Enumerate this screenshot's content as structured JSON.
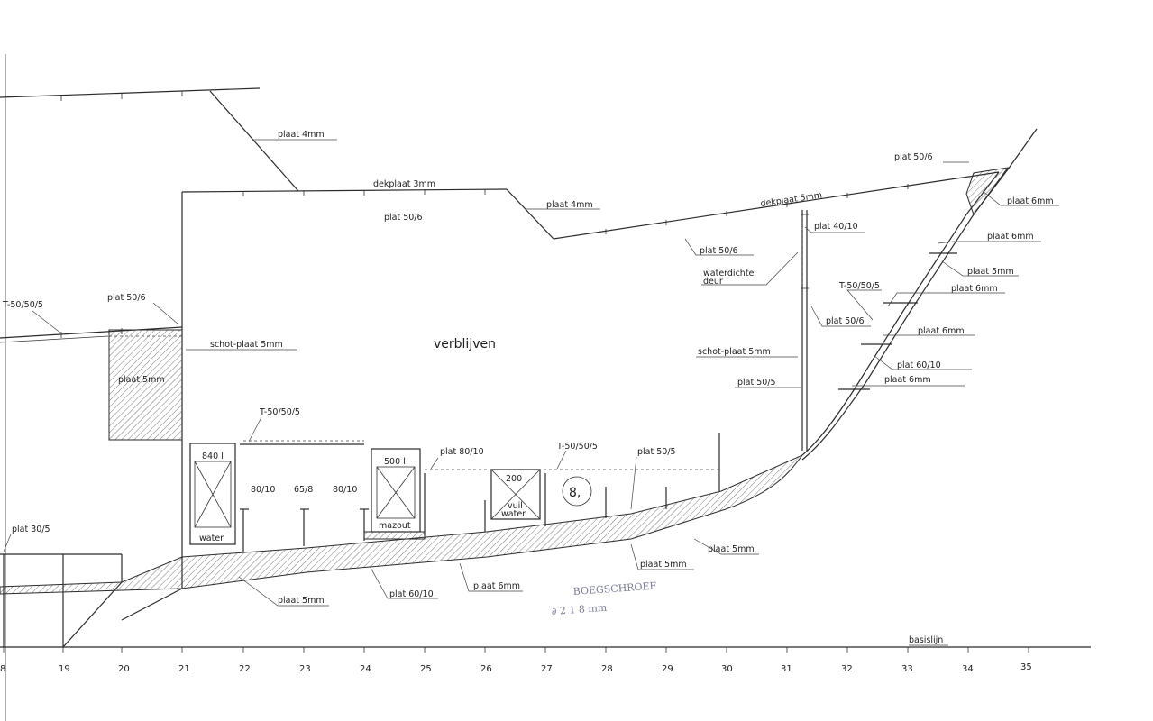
{
  "labels": {
    "plaat_4mm_top": "plaat 4mm",
    "dekplaat_3mm": "dekplaat 3mm",
    "plaat_4mm_mid": "plaat 4mm",
    "plat_50_6_top": "plat 50/6",
    "dekplaat_5mm": "dekplaat 5mm",
    "plat_40_10": "plat 40/10",
    "plat_50_6_deck": "plat 50/6",
    "plat_50_6_bow": "plat 50/6",
    "plaat_6mm_1": "plaat 6mm",
    "plaat_6mm_2": "plaat 6mm",
    "plaat_5mm_bow": "plaat 5mm",
    "waterdichte": "waterdichte",
    "deur": "deur",
    "t_50_50_5_right": "T-50/50/5",
    "plaat_6mm_3": "plaat 6mm",
    "plat_50_6_right": "plat 50/6",
    "plaat_6mm_4": "plaat 6mm",
    "plat_60_10_right": "plat 60/10",
    "plaat_6mm_5": "plaat 6mm",
    "schot_plaat_5mm_right": "schot-plaat 5mm",
    "plat_50_5_right": "plat 50/5",
    "t_50_50_5_left": "T-50/50/5",
    "plat_50_6_left": "plat 50/6",
    "schot_plaat_5mm_left": "schot-plaat 5mm",
    "plaat_5mm_box": "plaat 5mm",
    "verblijven": "verblijven",
    "t_50_50_5_lower": "T-50/50/5",
    "plat_80_10_a": "plat 80/10",
    "t_50_50_5_mid": "T-50/50/5",
    "plat_50_5_low": "plat 50/5",
    "tank_840": "840 l",
    "tank_840_name": "water",
    "p_80_10_a": "80/10",
    "p_65_8": "65/8",
    "p_80_10_b": "80/10",
    "tank_500": "500 l",
    "tank_500_name": "mazout",
    "tank_200": "200 l",
    "tank_200_name1": "vuil",
    "tank_200_name2": "water",
    "circled": "8,",
    "plat_30_5": "plat 30/5",
    "plaat_5mm_hull": "plaat 5mm",
    "plaat_5mm_hull2": "plaat 5mm",
    "plaat_5mm_bottom": "plaat 5mm",
    "plat_60_10_bottom": "plat 60/10",
    "paat_6mm": "p.aat 6mm",
    "handwriting1": "BOEGSCHROEF",
    "handwriting2": "∂ 2 1 8 mm",
    "basislijn": "basislijn"
  },
  "frames": [
    "8",
    "19",
    "20",
    "21",
    "22",
    "23",
    "24",
    "25",
    "26",
    "27",
    "28",
    "29",
    "30",
    "31",
    "32",
    "33",
    "34",
    "35"
  ]
}
